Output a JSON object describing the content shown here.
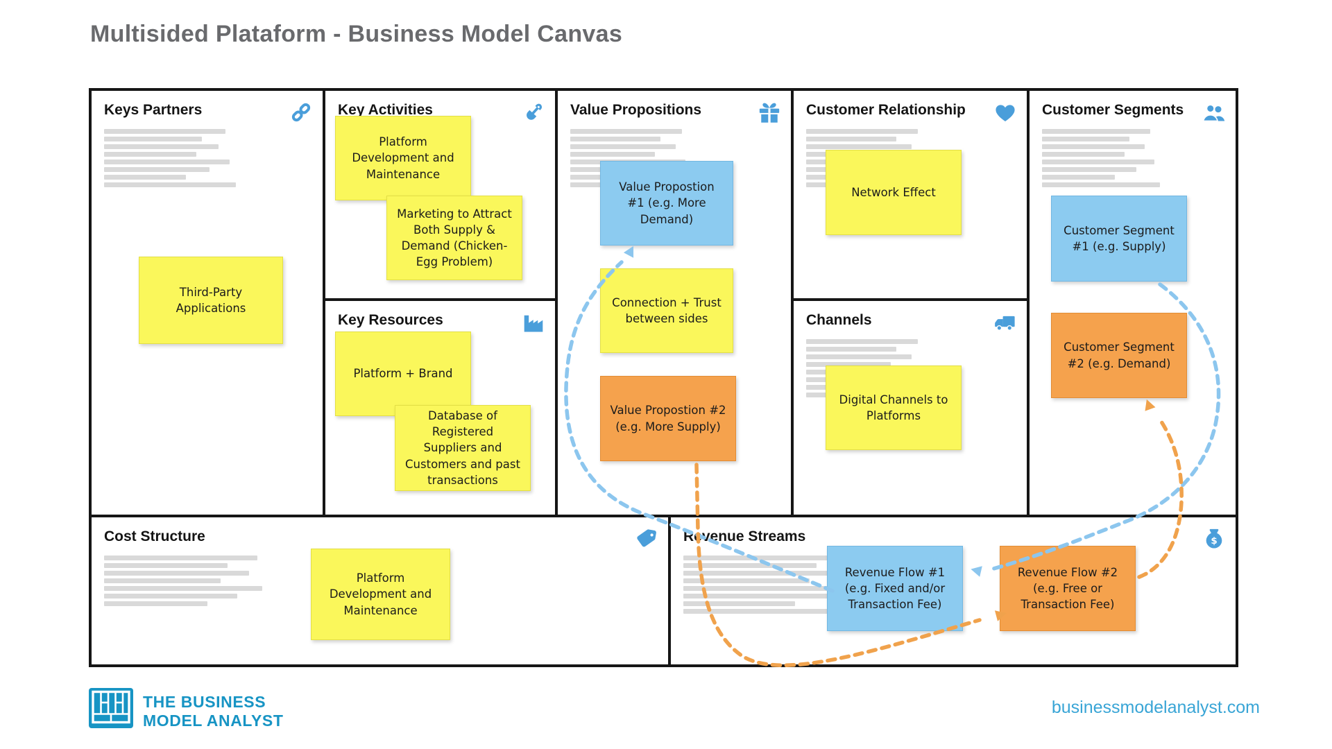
{
  "page": {
    "title": "Multisided Plataform - Business Model Canvas"
  },
  "footer": {
    "brand_line1": "THE BUSINESS",
    "brand_line2": "MODEL ANALYST",
    "website": "businessmodelanalyst.com",
    "logo_icon": "business-model-canvas-grid-icon"
  },
  "colors": {
    "note_yellow": "#FAF75B",
    "note_blue": "#8CCBF0",
    "note_orange": "#F5A24D",
    "icon_blue": "#4A9EDA",
    "arrow_blue": "#8CC6EE",
    "arrow_orange": "#F0A24C",
    "brand_teal": "#1794C4",
    "canvas_border": "#161616"
  },
  "sections": {
    "keys_partners": {
      "title": "Keys Partners",
      "icon": "link-icon",
      "notes": [
        {
          "text": "Third-Party Applications",
          "color": "yellow"
        }
      ]
    },
    "key_activities": {
      "title": "Key Activities",
      "icon": "shovel-icon",
      "notes": [
        {
          "text": "Platform Development and Maintenance",
          "color": "yellow"
        },
        {
          "text": "Marketing to Attract Both Supply & Demand (Chicken-Egg Problem)",
          "color": "yellow"
        }
      ]
    },
    "key_resources": {
      "title": "Key Resources",
      "icon": "factory-icon",
      "notes": [
        {
          "text": "Platform + Brand",
          "color": "yellow"
        },
        {
          "text": "Database of Registered Suppliers and Customers and past transactions",
          "color": "yellow"
        }
      ]
    },
    "value_propositions": {
      "title": "Value Propositions",
      "icon": "gift-icon",
      "notes": [
        {
          "text": "Value Propostion #1 (e.g. More Demand)",
          "color": "blue"
        },
        {
          "text": "Connection + Trust between sides",
          "color": "yellow"
        },
        {
          "text": "Value Propostion #2 (e.g. More Supply)",
          "color": "orange"
        }
      ]
    },
    "customer_relationship": {
      "title": "Customer Relationship",
      "icon": "heart-icon",
      "notes": [
        {
          "text": "Network Effect",
          "color": "yellow"
        }
      ]
    },
    "channels": {
      "title": "Channels",
      "icon": "truck-icon",
      "notes": [
        {
          "text": "Digital Channels to Platforms",
          "color": "yellow"
        }
      ]
    },
    "customer_segments": {
      "title": "Customer Segments",
      "icon": "users-icon",
      "notes": [
        {
          "text": "Customer Segment #1 (e.g. Supply)",
          "color": "blue"
        },
        {
          "text": "Customer Segment #2 (e.g. Demand)",
          "color": "orange"
        }
      ]
    },
    "cost_structure": {
      "title": "Cost Structure",
      "icon": "tag-icon",
      "notes": [
        {
          "text": "Platform Development and Maintenance",
          "color": "yellow"
        }
      ]
    },
    "revenue_streams": {
      "title": "Revenue Streams",
      "icon": "money-bag-icon",
      "notes": [
        {
          "text": "Revenue Flow #1 (e.g. Fixed and/or Transaction Fee)",
          "color": "blue"
        },
        {
          "text": "Revenue Flow #2 (e.g. Free or Transaction Fee)",
          "color": "orange"
        }
      ]
    }
  },
  "connections": [
    {
      "from": "Revenue Flow #1",
      "to": "Value Propostion #1",
      "style": "blue-dashed-arrow"
    },
    {
      "from": "Customer Segment #1",
      "to": "Revenue Flow #1",
      "style": "blue-dashed-arrow"
    },
    {
      "from": "Value Propostion #2",
      "to": "Revenue Flow #2",
      "style": "orange-dashed-arrow"
    },
    {
      "from": "Revenue Flow #2",
      "to": "Customer Segment #2",
      "style": "orange-dashed-arrow"
    }
  ]
}
